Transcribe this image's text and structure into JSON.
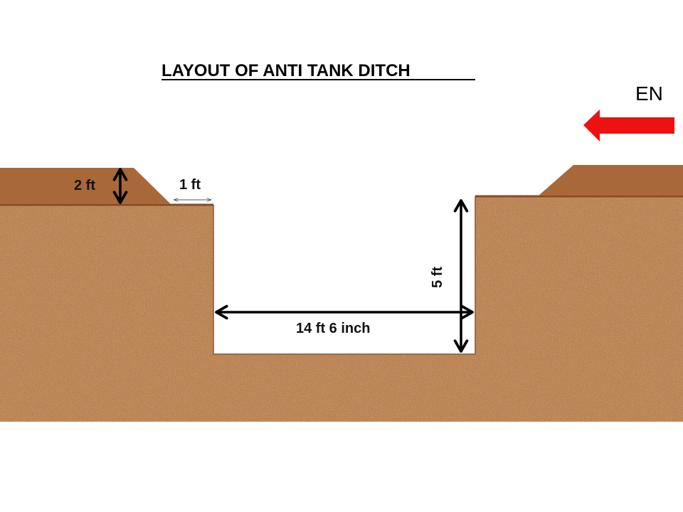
{
  "title": "LAYOUT OF ANTI TANK DITCH",
  "enemy_label": "EN",
  "dimensions": {
    "parapet_height": "2 ft",
    "berm_width": "1 ft",
    "ditch_depth": "5 ft",
    "ditch_width": "14 ft 6 inch"
  },
  "colors": {
    "soil": "#c28452",
    "soil_dark": "#9a5f33",
    "parapet": "#a8683a",
    "enemy_arrow": "#ee1111"
  }
}
